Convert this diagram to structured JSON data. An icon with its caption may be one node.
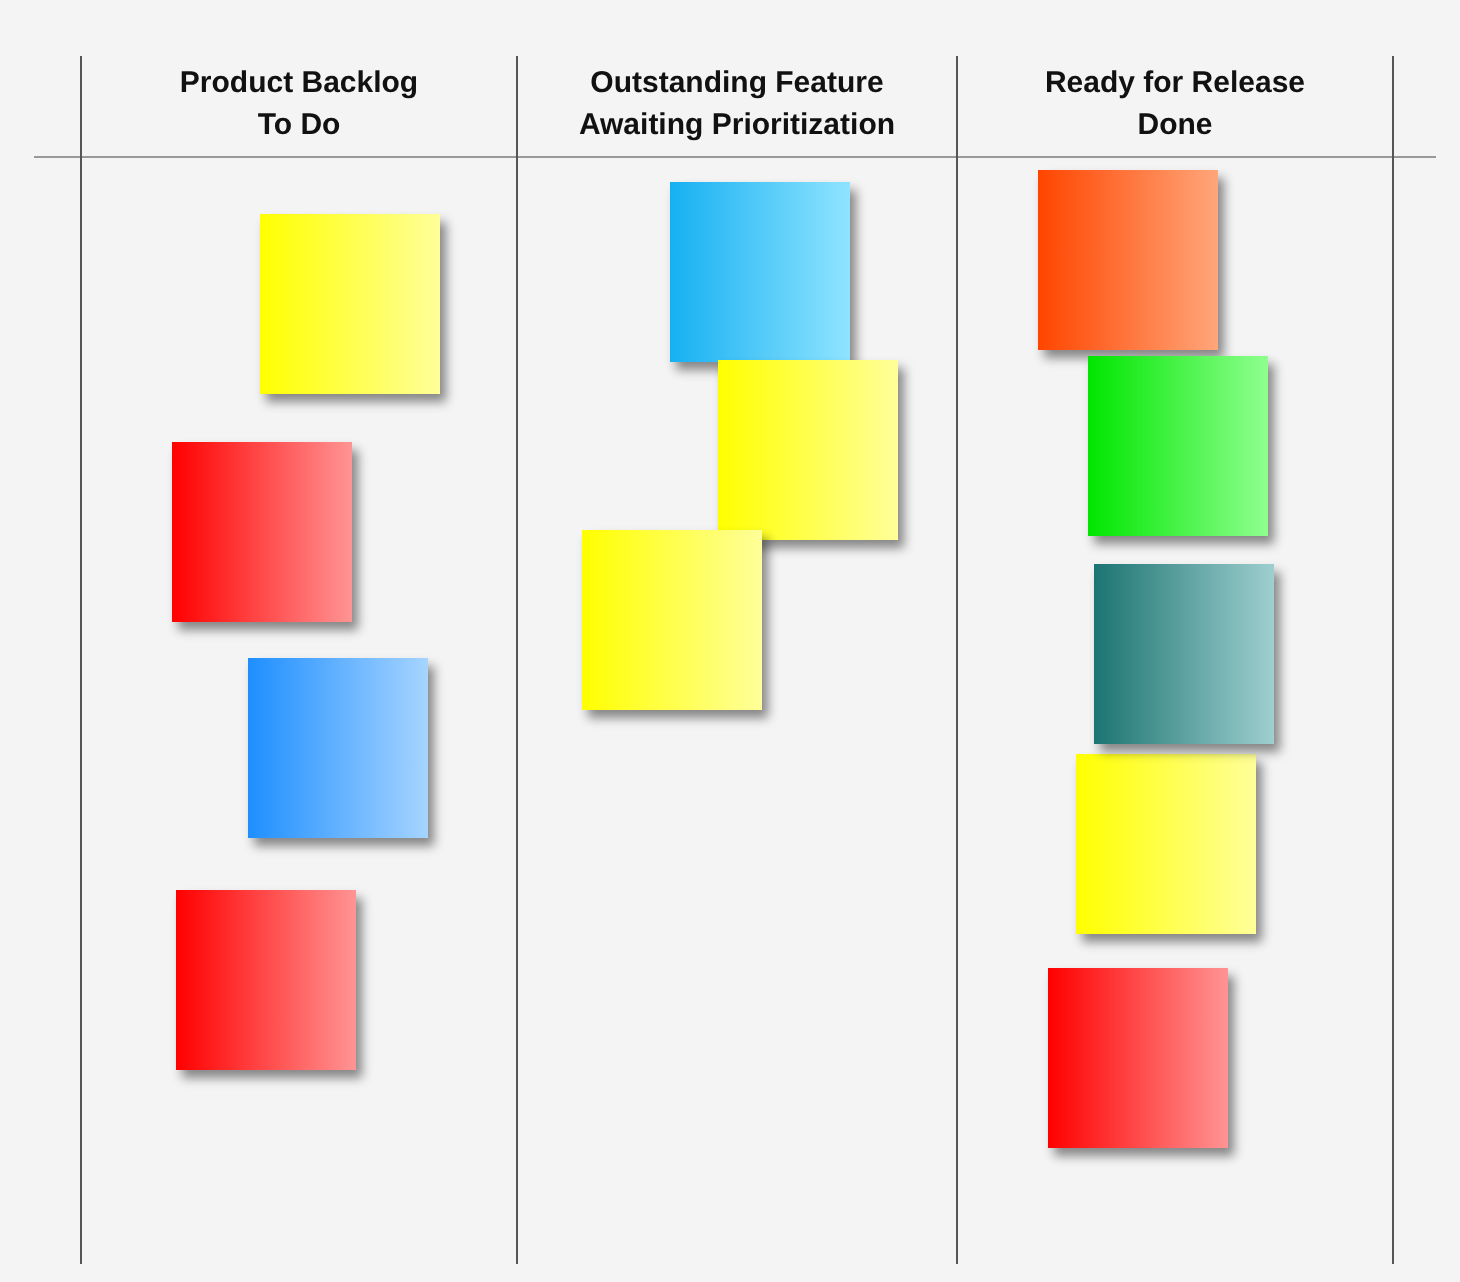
{
  "diagram": {
    "nodes": [
      {
        "text": [
          "Product Backlog",
          "To Do"
        ]
      },
      {
        "text": [],
        "shape": "box",
        "in": 0
      },
      {
        "text": [],
        "shape": "box",
        "in": 0
      },
      {
        "text": [],
        "shape": "box",
        "in": 0
      },
      {
        "text": [],
        "shape": "box",
        "in": 0
      },
      {
        "text": [
          "Outstanding Feature",
          "Awaiting Prioritization"
        ]
      },
      {
        "text": [],
        "shape": "box",
        "in": 5
      },
      {
        "text": [],
        "shape": "box",
        "in": 5
      },
      {
        "text": [],
        "shape": "box",
        "in": 5
      },
      {
        "text": [
          "Ready for Release",
          "Done"
        ]
      },
      {
        "text": [],
        "shape": "box",
        "in": 9
      },
      {
        "text": [],
        "shape": "box",
        "in": 9
      },
      {
        "text": [],
        "shape": "box",
        "in": 9
      },
      {
        "text": [],
        "shape": "box",
        "in": 9
      },
      {
        "text": [],
        "shape": "box",
        "in": 9
      }
    ]
  }
}
